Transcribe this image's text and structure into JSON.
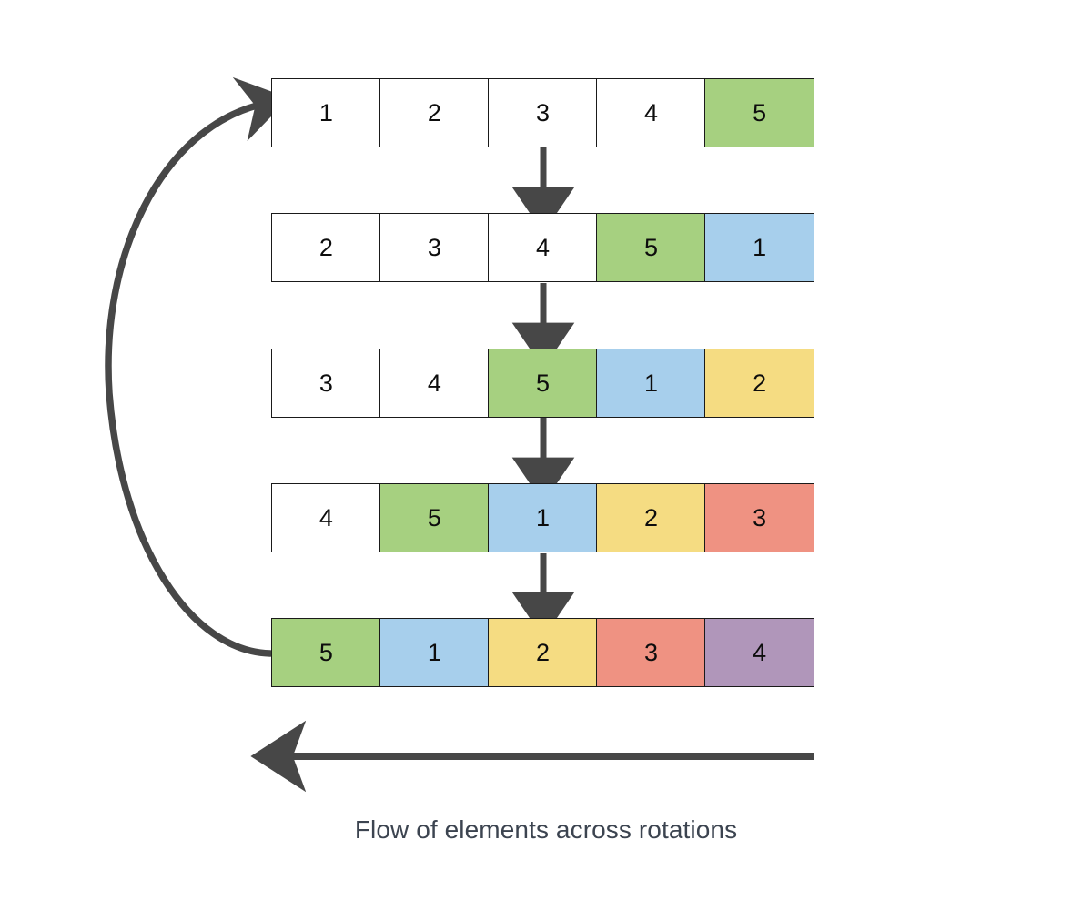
{
  "diagram": {
    "title_caption": "Flow of elements across rotations",
    "colors": {
      "green": "#a6d080",
      "blue": "#a7cfec",
      "yellow": "#f5dc82",
      "salmon": "#ef9282",
      "purple": "#b096ba",
      "white": "#ffffff",
      "stroke": "#1a1a1a",
      "arrow": "#474747",
      "caption_text": "#3c4450"
    },
    "rows": [
      {
        "index": 0,
        "name": "rotation-row-0",
        "cells": [
          {
            "value": "1",
            "color": "white"
          },
          {
            "value": "2",
            "color": "white"
          },
          {
            "value": "3",
            "color": "white"
          },
          {
            "value": "4",
            "color": "white"
          },
          {
            "value": "5",
            "color": "green"
          }
        ]
      },
      {
        "index": 1,
        "name": "rotation-row-1",
        "cells": [
          {
            "value": "2",
            "color": "white"
          },
          {
            "value": "3",
            "color": "white"
          },
          {
            "value": "4",
            "color": "white"
          },
          {
            "value": "5",
            "color": "green"
          },
          {
            "value": "1",
            "color": "blue"
          }
        ]
      },
      {
        "index": 2,
        "name": "rotation-row-2",
        "cells": [
          {
            "value": "3",
            "color": "white"
          },
          {
            "value": "4",
            "color": "white"
          },
          {
            "value": "5",
            "color": "green"
          },
          {
            "value": "1",
            "color": "blue"
          },
          {
            "value": "2",
            "color": "yellow"
          }
        ]
      },
      {
        "index": 3,
        "name": "rotation-row-3",
        "cells": [
          {
            "value": "4",
            "color": "white"
          },
          {
            "value": "5",
            "color": "green"
          },
          {
            "value": "1",
            "color": "blue"
          },
          {
            "value": "2",
            "color": "yellow"
          },
          {
            "value": "3",
            "color": "salmon"
          }
        ]
      },
      {
        "index": 4,
        "name": "rotation-row-4",
        "cells": [
          {
            "value": "5",
            "color": "green"
          },
          {
            "value": "1",
            "color": "blue"
          },
          {
            "value": "2",
            "color": "yellow"
          },
          {
            "value": "3",
            "color": "salmon"
          },
          {
            "value": "4",
            "color": "purple"
          }
        ]
      }
    ],
    "connectors": {
      "step_arrows": 4,
      "wraparound_arrow": "curved-arrow-from-last-row-to-first-row",
      "flow_arrow": "leftward-flow-arrow"
    }
  }
}
